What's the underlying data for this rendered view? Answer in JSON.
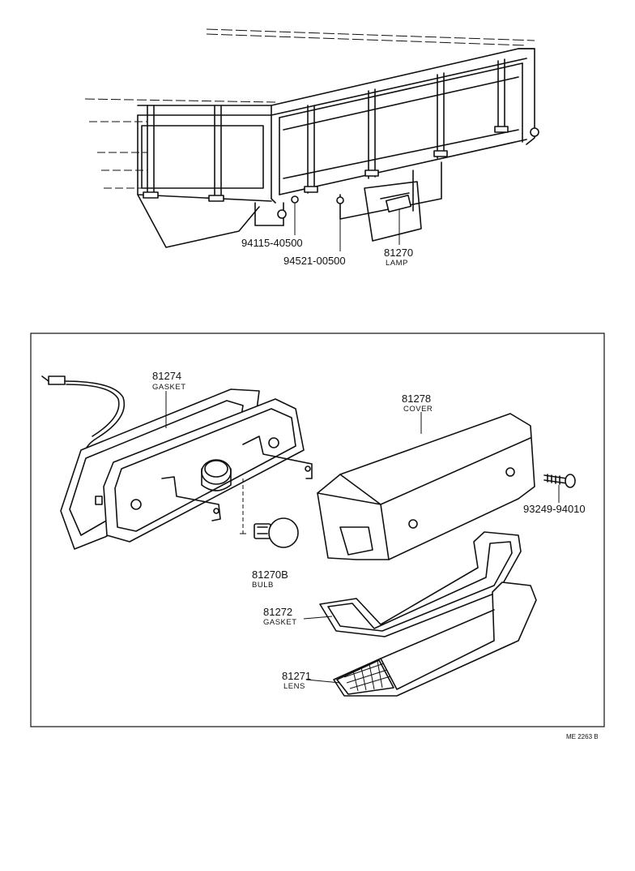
{
  "top_view": {
    "callouts": [
      {
        "part_no": "94115-40500",
        "name": ""
      },
      {
        "part_no": "94521-00500",
        "name": ""
      },
      {
        "part_no": "81270",
        "name": "LAMP"
      }
    ]
  },
  "exploded_view": {
    "callouts": [
      {
        "part_no": "81274",
        "name": "GASKET"
      },
      {
        "part_no": "81278",
        "name": "COVER"
      },
      {
        "part_no": "93249-94010",
        "name": ""
      },
      {
        "part_no": "81270B",
        "name": "BULB"
      },
      {
        "part_no": "81272",
        "name": "GASKET"
      },
      {
        "part_no": "81271",
        "name": "LENS"
      }
    ]
  },
  "reference_code": "ME 2263 B"
}
